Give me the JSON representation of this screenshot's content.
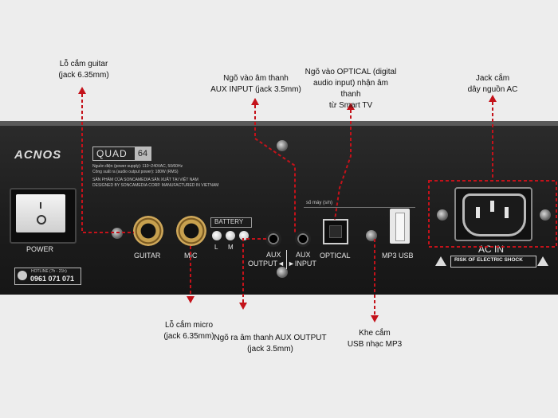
{
  "annotations": {
    "guitar": [
      "Lỗ cắm guitar",
      "(jack 6.35mm)"
    ],
    "aux_in": [
      "Ngõ vào âm thanh",
      "AUX INPUT (jack 3.5mm)"
    ],
    "optical": [
      "Ngõ vào OPTICAL (digital",
      "audio input) nhận âm thanh",
      "từ Smart TV"
    ],
    "ac": [
      "Jack cắm",
      "dây nguồn AC"
    ],
    "mic": [
      "Lỗ cắm micro",
      "(jack 6.35mm)"
    ],
    "aux_out": [
      "Ngõ ra âm thanh AUX OUTPUT",
      "(jack 3.5mm)"
    ],
    "usb": [
      "Khe cắm",
      "USB nhạc MP3"
    ]
  },
  "panel": {
    "brand": "ACNOS",
    "model": "QUAD",
    "model_num": "64",
    "spec_lines": [
      "Nguồn điện (power supply): 110~240VAC, 50/60Hz",
      "Công suất ra (audio output power): 180W (RMS)",
      "SẢN PHẨM CỦA SONCAMEDIA SẢN XUẤT TẠI VIỆT NAM",
      "DESIGNED BY SONCAMEDIA CORP. MANUFACTURED IN VIETNAM"
    ],
    "power": "POWER",
    "hotline_small": "HOTLINE (7h - 21h)",
    "hotline": "0961 071 071",
    "guitar": "GUITAR",
    "mic": "MIC",
    "battery": "BATTERY",
    "battery_l": "L",
    "battery_m": "M",
    "aux_out_1": "AUX",
    "aux_out_2": "OUTPUT◄",
    "aux_in_1": "AUX",
    "aux_in_2": "►INPUT",
    "optical": "OPTICAL",
    "usb": "MP3 USB",
    "serial": "số máy (s/n)",
    "ac_in": "AC IN",
    "risk": "RISK OF ELECTRIC SHOCK"
  },
  "colors": {
    "accent": "#c4121a",
    "panel": "#1f1f1f"
  }
}
